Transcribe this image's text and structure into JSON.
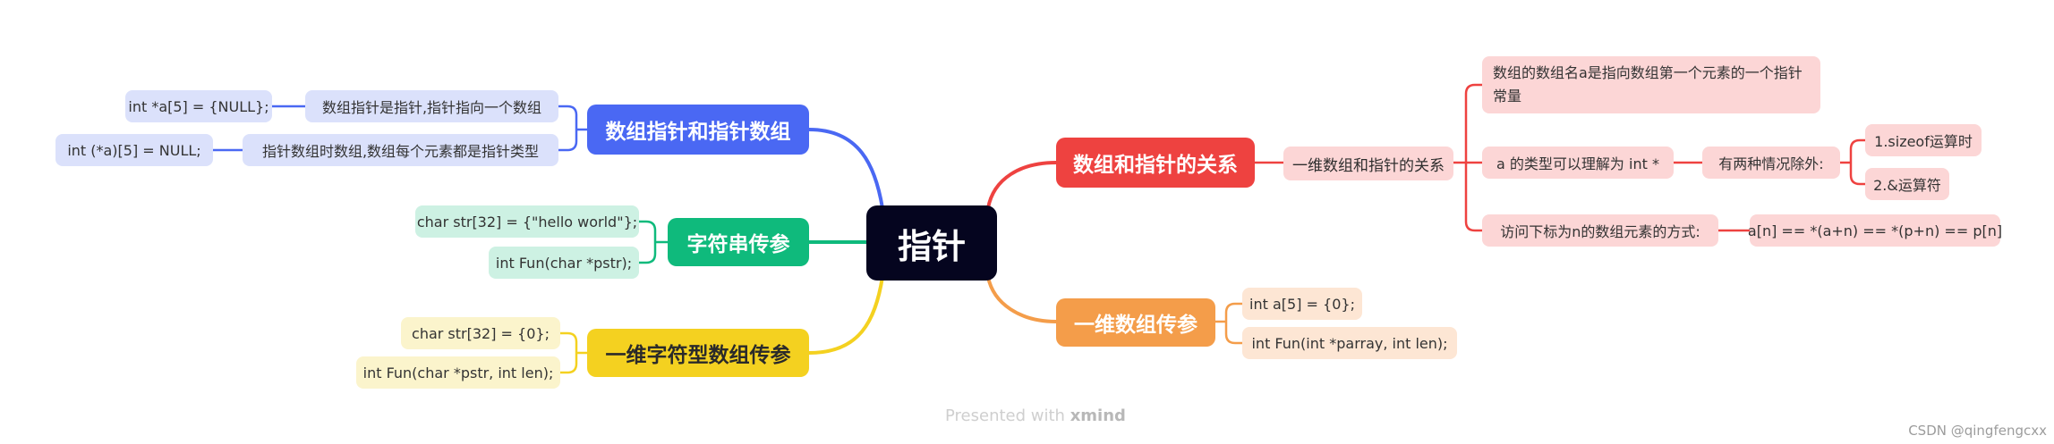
{
  "central": {
    "label": "指针"
  },
  "colors": {
    "central": "#05051f",
    "relation": "#ee4240",
    "relation_light": "#fcd6d6",
    "one_dim_param": "#f49d4a",
    "one_dim_light": "#fde6d4",
    "ptr_array": "#4a68f3",
    "ptr_array_light": "#dbe1fb",
    "string_param": "#0fba7c",
    "string_light": "#cdf1e3",
    "char_array": "#f4d120",
    "char_array_light": "#fbf4cc"
  },
  "relation": {
    "label": "数组和指针的关系",
    "one_dim": {
      "label": "一维数组和指针的关系",
      "name_desc": "数组的数组名a是指向数组第一个元素的一个指针常量",
      "type_desc": "a 的类型可以理解为 int *",
      "exceptions_label": "有两种情况除外:",
      "exceptions": [
        "1.sizeof运算时",
        "2.&运算符"
      ],
      "access_label": "访问下标为n的数组元素的方式:",
      "access_expr": "a[n] == *(a+n) == *(p+n) == p[n]"
    }
  },
  "one_dim_param": {
    "label": "一维数组传参",
    "items": [
      "int a[5] = {0};",
      "int Fun(int *parray, int len);"
    ]
  },
  "ptr_array": {
    "label": "数组指针和指针数组",
    "items": [
      {
        "desc": "数组指针是指针,指针指向一个数组",
        "code": "int *a[5] = {NULL};"
      },
      {
        "desc": "指针数组时数组,数组每个元素都是指针类型",
        "code": "int (*a)[5] = NULL;"
      }
    ]
  },
  "string_param": {
    "label": "字符串传参",
    "items": [
      "char str[32] = {\"hello world\"};",
      "int Fun(char *pstr);"
    ]
  },
  "char_array": {
    "label": "一维字符型数组传参",
    "items": [
      "char str[32] = {0};",
      "int Fun(char *pstr, int len);"
    ]
  },
  "footer": {
    "prefix": "Presented with",
    "brand": "xmind"
  },
  "watermark": "CSDN @qingfengcxx"
}
